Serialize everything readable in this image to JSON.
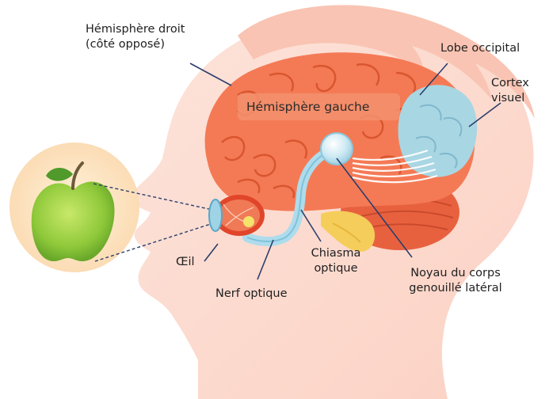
{
  "labels": {
    "right_hemisphere_line1": "Hémisphère droit",
    "right_hemisphere_line2": "(côté opposé)",
    "left_hemisphere": "Hémisphère gauche",
    "occipital_lobe": "Lobe occipital",
    "visual_cortex_line1": "Cortex",
    "visual_cortex_line2": "visuel",
    "eye": "Œil",
    "optic_chiasm_line1": "Chiasma",
    "optic_chiasm_line2": "optique",
    "optic_nerve": "Nerf optique",
    "lgn_line1": "Noyau du corps",
    "lgn_line2": "genouillé latéral"
  },
  "colors": {
    "head": "#fcd9cf",
    "brain": "#f47a55",
    "brain_fold": "#e05a38",
    "visual_cortex": "#a9d6e3",
    "optic_pathway": "#aedcec",
    "apple": "#8fc93a",
    "apple_circle": "#fbe4bf",
    "cerebellum": "#e8613f",
    "spinal": "#f5cd5a"
  }
}
